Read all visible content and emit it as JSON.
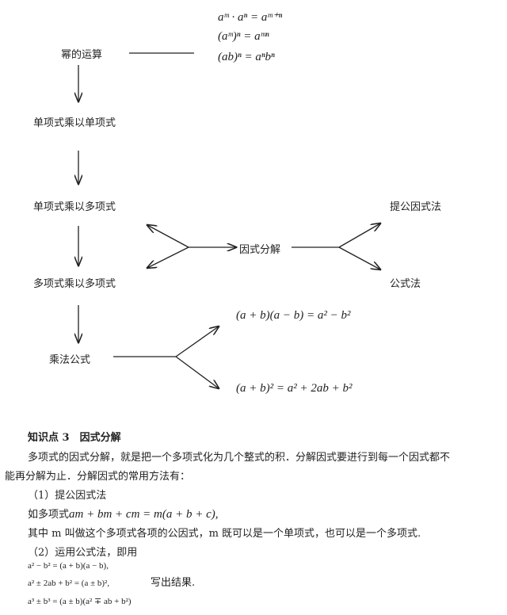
{
  "diagram": {
    "power_ops": "幂的运算",
    "power_rules": [
      "aᵐ · aⁿ = aᵐ⁺ⁿ",
      "(aᵐ)ⁿ = aᵐⁿ",
      "(ab)ⁿ = aⁿbⁿ"
    ],
    "mono_times_mono": "单项式乘以单项式",
    "mono_times_poly": "单项式乘以多项式",
    "poly_times_poly": "多项式乘以多项式",
    "mult_formulas": "乘法公式",
    "factorization": "因式分解",
    "common_factor_method": "提公因式法",
    "formula_method": "公式法",
    "formula_1": "(a + b)(a − b) = a² − b²",
    "formula_2": "(a + b)² = a² + 2ab + b²"
  },
  "section": {
    "heading": "知识点 3　因式分解",
    "para_1": "多项式的因式分解，就是把一个多项式化为几个整式的积．分解因式要进行到每一个因式都不",
    "para_1b": "能再分解为止．分解因式的常用方法有：",
    "item_1": "（1）提公因式法",
    "example_prefix": "如多项式",
    "example_formula": "am + bm + cm = m(a + b + c),",
    "explain": "其中 m 叫做这个多项式各项的公因式，m 既可以是一个单项式，也可以是一个多项式.",
    "item_2": "（2）运用公式法，即用",
    "formulas": [
      "a² − b² = (a + b)(a − b),",
      "a² ± 2ab + b² = (a ± b)²,",
      "a³ ± b³ = (a ± b)(a² ∓ ab + b²)"
    ],
    "write_result": "写出结果."
  }
}
